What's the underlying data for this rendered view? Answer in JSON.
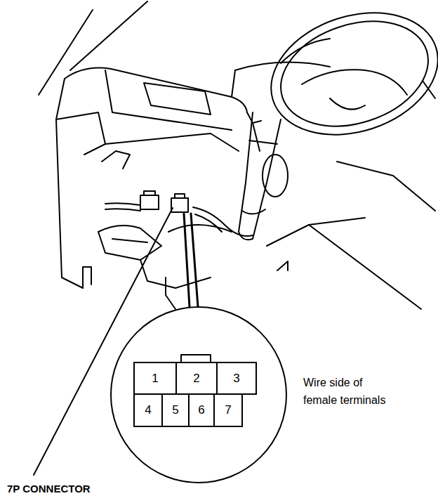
{
  "diagram": {
    "nodes": [
      {
        "text": [
          "1"
        ]
      },
      {
        "text": [
          "2"
        ]
      },
      {
        "text": [
          "3"
        ]
      },
      {
        "text": [
          "4"
        ]
      },
      {
        "text": [
          "5"
        ]
      },
      {
        "text": [
          "6"
        ]
      },
      {
        "text": [
          "7"
        ]
      }
    ],
    "labels": [
      "Wire side of female terminals",
      "7P CONNECTOR"
    ]
  }
}
